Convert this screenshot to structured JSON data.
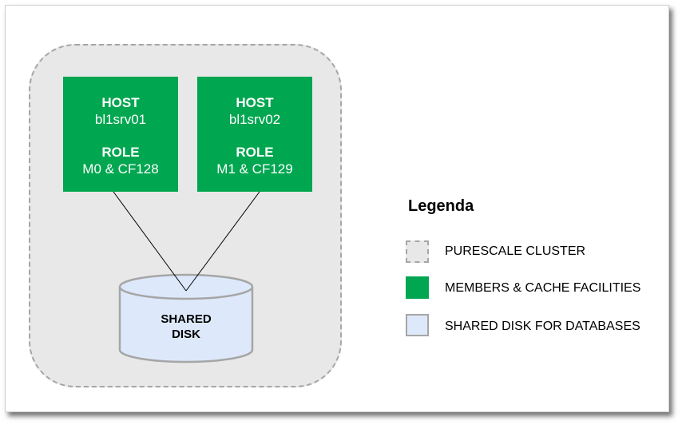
{
  "hosts": [
    {
      "host_header": "HOST",
      "host_name": "bl1srv01",
      "role_header": "ROLE",
      "role_value": "M0 & CF128"
    },
    {
      "host_header": "HOST",
      "host_name": "bl1srv02",
      "role_header": "ROLE",
      "role_value": "M1 & CF129"
    }
  ],
  "disk": {
    "line1": "SHARED",
    "line2": "DISK"
  },
  "legend": {
    "title": "Legenda",
    "items": [
      {
        "label": "PURESCALE CLUSTER"
      },
      {
        "label": "MEMBERS & CACHE FACILITIES"
      },
      {
        "label": "SHARED DISK FOR DATABASES"
      }
    ]
  },
  "colors": {
    "member_green": "#00a650",
    "cluster_grey": "#e8e8e8",
    "cluster_border": "#a6a6a6",
    "disk_blue": "#dde9fb"
  }
}
